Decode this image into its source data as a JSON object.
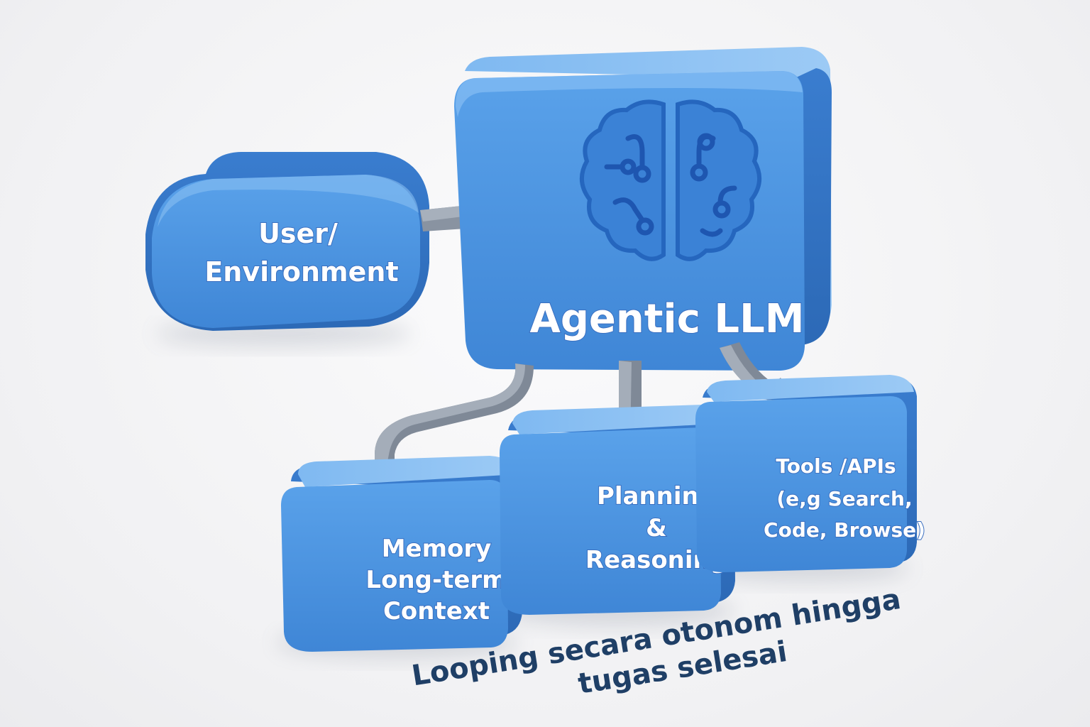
{
  "nodes": {
    "user_environment": {
      "lines": [
        "User/",
        "Environment"
      ]
    },
    "agentic_llm": {
      "title": "Agentic LLM",
      "icon": "brain-circuit-icon"
    },
    "memory": {
      "lines": [
        "Memory",
        "Long-term",
        "Context"
      ]
    },
    "planning": {
      "lines": [
        "Planning",
        "&",
        "Reasoning"
      ]
    },
    "tools": {
      "lines": [
        "Tools /APIs",
        "(e,g Search,",
        "Code, Browse)"
      ]
    }
  },
  "caption": {
    "lines": [
      "Looping secara otonom hingga",
      "tugas selesai"
    ]
  },
  "colors": {
    "block": "#4a92df",
    "block_dark": "#2f6fbf",
    "block_light": "#78b4f0",
    "arrow": "#7b8694",
    "caption": "#1f3f66"
  }
}
